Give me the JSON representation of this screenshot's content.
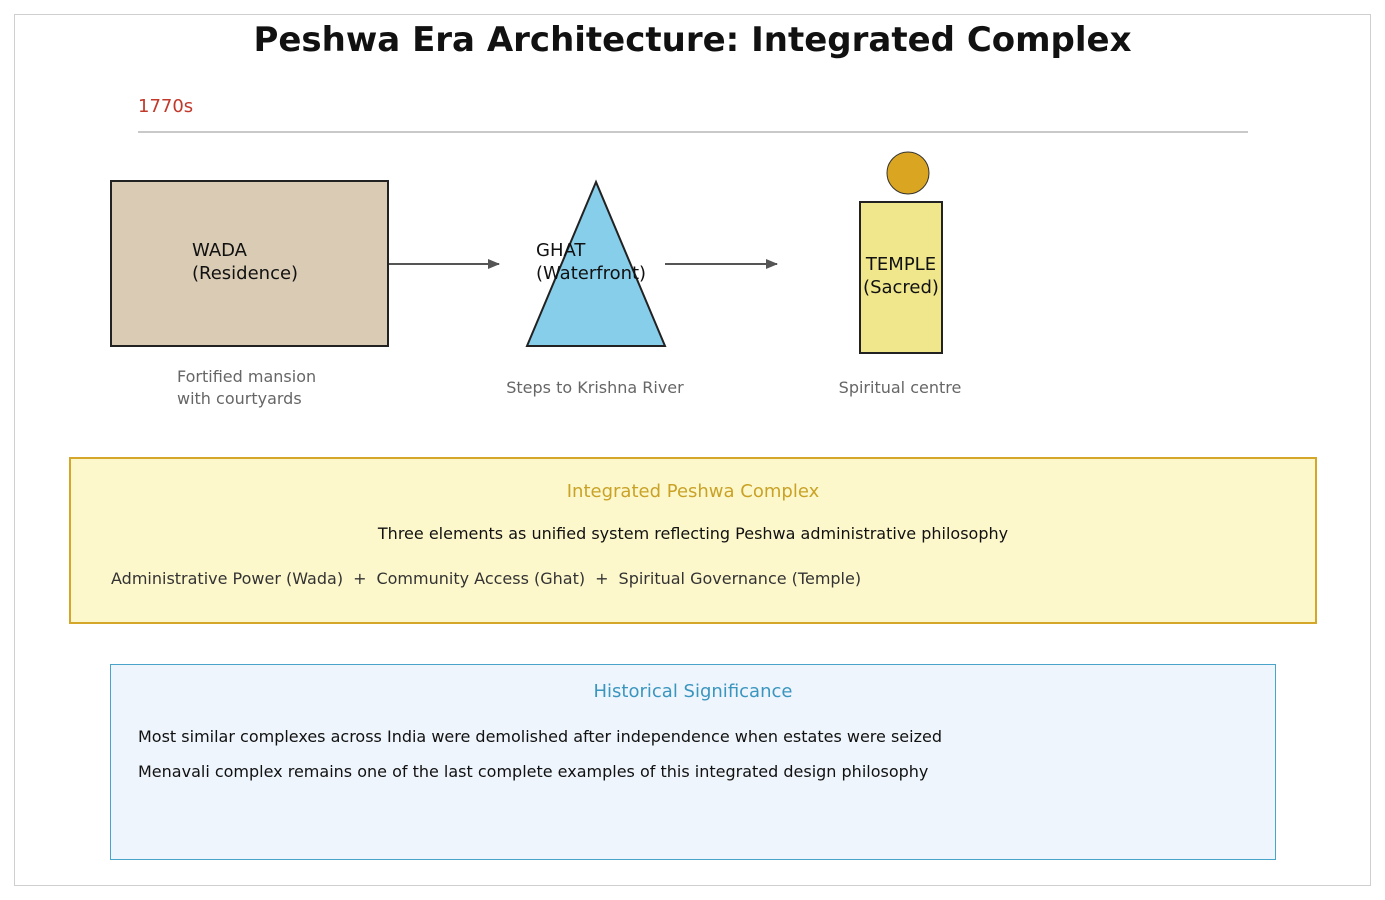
{
  "title": "Peshwa Era Architecture: Integrated Complex",
  "era": "1770s",
  "elements": [
    {
      "name": "WADA",
      "subtitle": "(Residence)",
      "caption_line1": "Fortified mansion",
      "caption_line2": "with courtyards",
      "color": "#d9cbb4"
    },
    {
      "name": "GHAT",
      "subtitle": "(Waterfront)",
      "caption_line1": "Steps to Krishna River",
      "color": "#87ceeb"
    },
    {
      "name": "TEMPLE",
      "subtitle": "(Sacred)",
      "caption_line1": "Spiritual centre",
      "color": "#f0e68c",
      "finial_color": "#daa520"
    }
  ],
  "integrated_panel": {
    "heading": "Integrated Peshwa Complex",
    "description": "Three elements as unified system reflecting Peshwa administrative philosophy",
    "term1": "Administrative Power (Wada)",
    "term2": "Community Access (Ghat)",
    "term3": "Spiritual Governance (Temple)",
    "plus": "+",
    "bg_color": "#fdf8cc",
    "border_color": "#d4a62a"
  },
  "historical_panel": {
    "heading": "Historical Significance",
    "line1": "Most similar complexes across India were demolished after independence when estates were seized",
    "line2": "Menavali complex remains one of the last complete examples of this integrated design philosophy",
    "bg_color": "#eef5fc",
    "border_color": "#4aa3c8"
  }
}
